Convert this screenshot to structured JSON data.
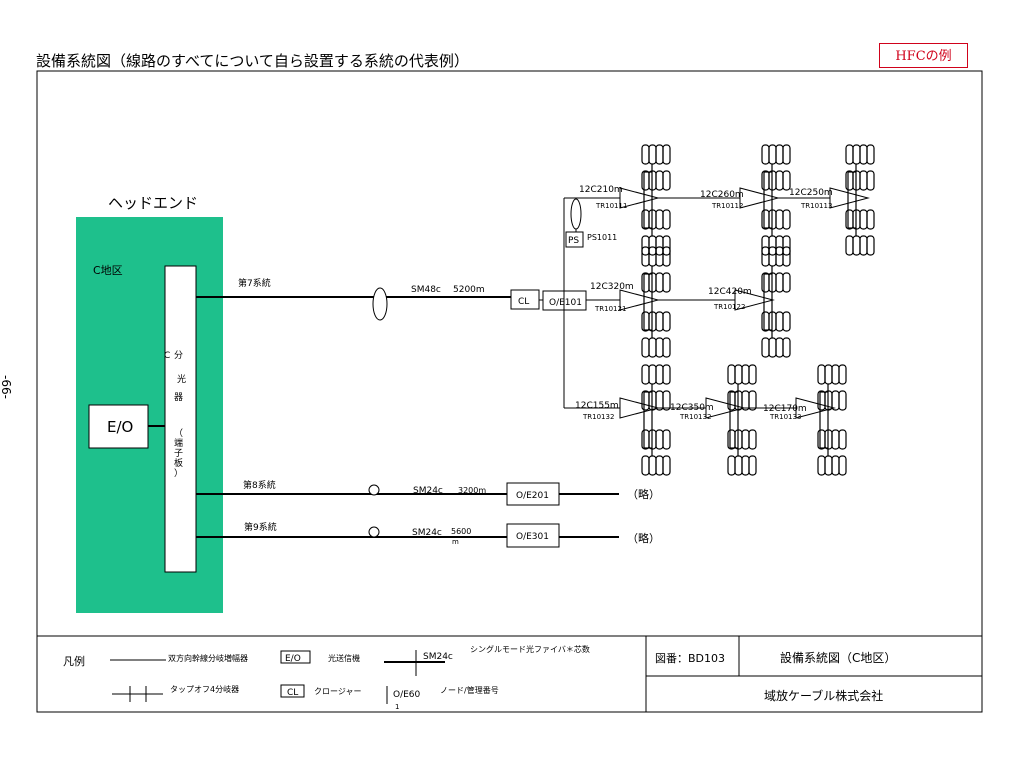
{
  "page": {
    "title": "設備系統図（線路のすべてについて自ら設置する系統の代表例）",
    "badge": "HFCの例",
    "page_number": "-66-"
  },
  "colors": {
    "headend_fill": "#1ec08c",
    "badge": "#d0021b",
    "line": "#000000"
  },
  "headend": {
    "label": "ヘッドエンド",
    "area": "C地区",
    "eo": "E/O",
    "splitter_c": "C",
    "splitter_chars": [
      "分",
      "光",
      "器"
    ],
    "terminal_chars": [
      "（",
      "端",
      "子",
      "板",
      "）"
    ]
  },
  "systems": [
    {
      "label": "第7系統",
      "cable": "SM48c",
      "length": "5200m"
    },
    {
      "label": "第8系統",
      "cable": "SM24c",
      "length": "3200m",
      "node": "O/E201",
      "omitted": "（略）"
    },
    {
      "label": "第9系統",
      "cable": "SM24c",
      "length": "5600",
      "length_unit": "m",
      "node": "O/E301",
      "omitted": "（略）"
    }
  ],
  "system7": {
    "closure": "CL",
    "node": "O/E101",
    "power_box": "PS",
    "power_label": "PS1011",
    "branches": [
      {
        "cable": "12C210m",
        "amp": "TR10111",
        "cable2": "12C260m",
        "amp2": "TR10112",
        "cable3": "12C250m",
        "amp3": "TR10113"
      },
      {
        "cable": "12C320m",
        "amp": "TR10121",
        "cable2": "12C420m",
        "amp2": "TR10122"
      },
      {
        "cable": "12C155m",
        "amp": "TR10132",
        "cable2": "12C350m",
        "amp2": "TR10132",
        "cable3": "12C170m",
        "amp3": "TR10133"
      }
    ]
  },
  "legend": {
    "title": "凡例",
    "amp_desc": "双方向幹線分岐増幅器",
    "tapoff_desc": "タップオフ4分岐器",
    "eo_box": "E/O",
    "eo_desc": "光送信機",
    "cl_box": "CL",
    "cl_desc": "クロージャー",
    "fiber_label": "SM24c",
    "fiber_desc": "シングルモード光ファイバ＊芯数",
    "node_label": "O/E60",
    "node_label2": "1",
    "node_desc": "ノード/管理番号"
  },
  "info": {
    "drawing_no": "図番：BD103",
    "drawing_title": "設備系統図（C地区）",
    "company": "域放ケーブル株式会社"
  }
}
